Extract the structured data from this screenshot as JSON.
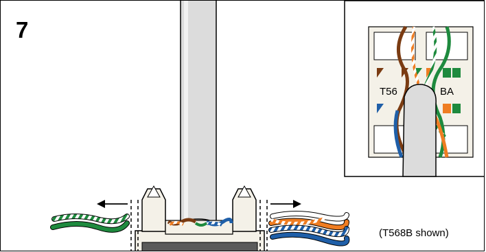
{
  "step": {
    "number": "7"
  },
  "caption": "(T568B shown)",
  "inset": {
    "label_left": "T56",
    "label_right": "BA"
  },
  "colors": {
    "orange": "#ef7d22",
    "green": "#1e8a3e",
    "blue": "#1f5fa8",
    "brown": "#7a3b12",
    "cable": "#dcdcdc",
    "jack": "#f4f1e8",
    "outline": "#000000"
  }
}
